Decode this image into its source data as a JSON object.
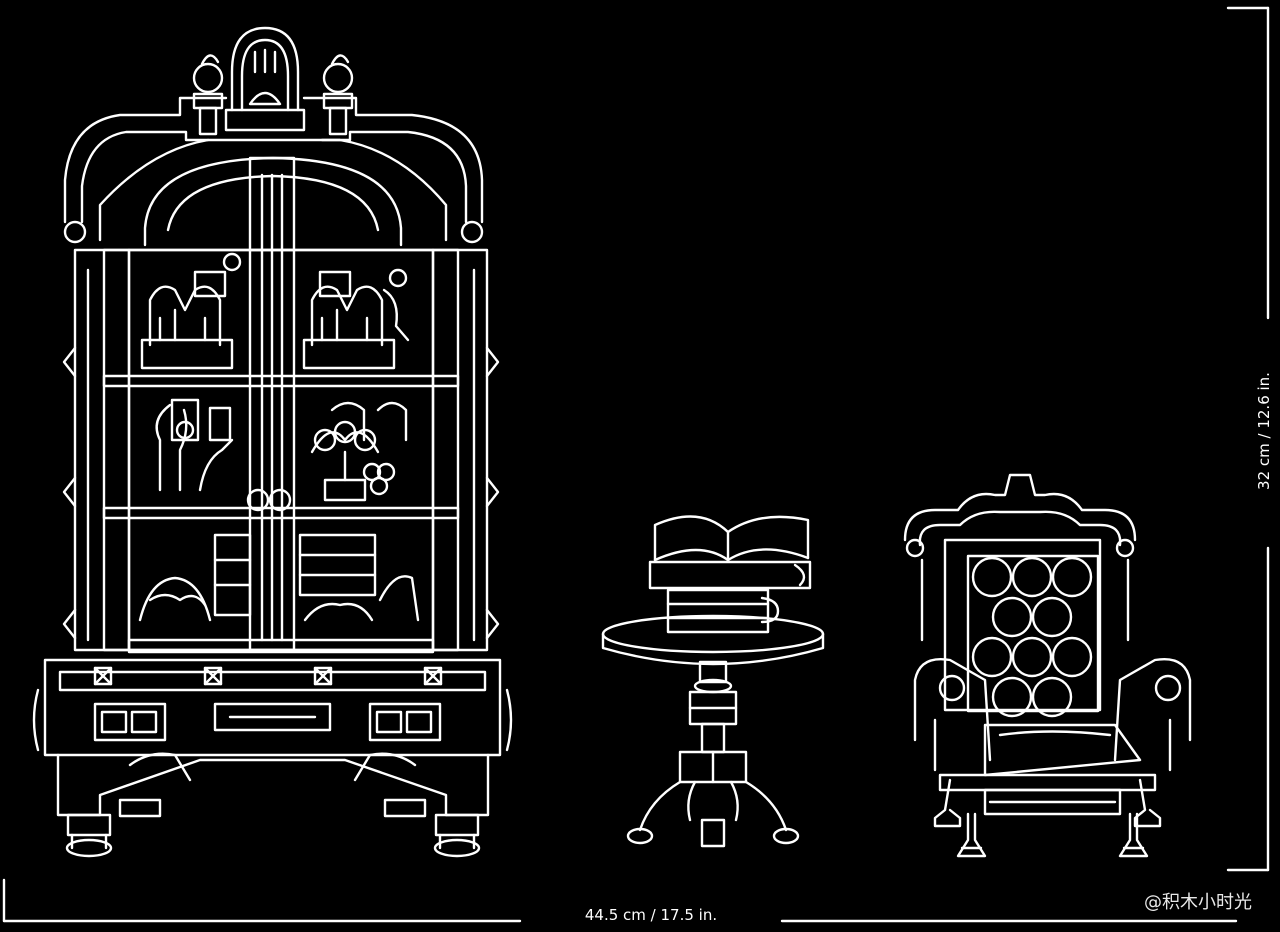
{
  "dimensions": {
    "width": "44.5 cm / 17.5 in.",
    "height": "32 cm / 12.6 in."
  },
  "watermark": "@积木小时光",
  "colors": {
    "background": "#000000",
    "line": "#ffffff"
  },
  "objects": [
    "display-cabinet",
    "side-table-with-books",
    "armchair"
  ]
}
